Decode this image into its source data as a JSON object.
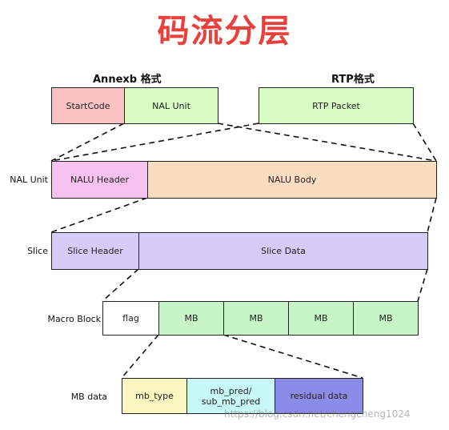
{
  "title": "码流分层",
  "headers": {
    "annexb": "Annexb 格式",
    "rtp": "RTP格式"
  },
  "rows": {
    "nal_unit": "NAL Unit",
    "slice": "Slice",
    "macro_block": "Macro Block",
    "mb_data": "MB data"
  },
  "annexb": {
    "startcode": "StartCode",
    "nal_unit": "NAL Unit"
  },
  "rtp": {
    "packet": "RTP Packet"
  },
  "nal": {
    "header": "NALU Header",
    "body": "NALU Body"
  },
  "slice": {
    "header": "Slice Header",
    "data": "Slice Data"
  },
  "macro_block": {
    "flag": "flag",
    "mb": [
      "MB",
      "MB",
      "MB",
      "MB"
    ]
  },
  "mb_data": {
    "mb_type": "mb_type",
    "mb_pred": "mb_pred/\nsub_mb_pred",
    "residual": "residual data"
  },
  "watermark": "https://blog.csdn.net/chengcheng1024",
  "colors": {
    "title": "#e8413c",
    "startcode": "#f9c3c3",
    "green": "#d9fbc4",
    "pink": "#f7c2f0",
    "peach": "#fcdcc1",
    "lavender": "#d5ccf7",
    "mb_green": "#c8f5c8",
    "yellow": "#fbf5c0",
    "cyan": "#c8f7f7",
    "purple": "#8b8be8"
  }
}
